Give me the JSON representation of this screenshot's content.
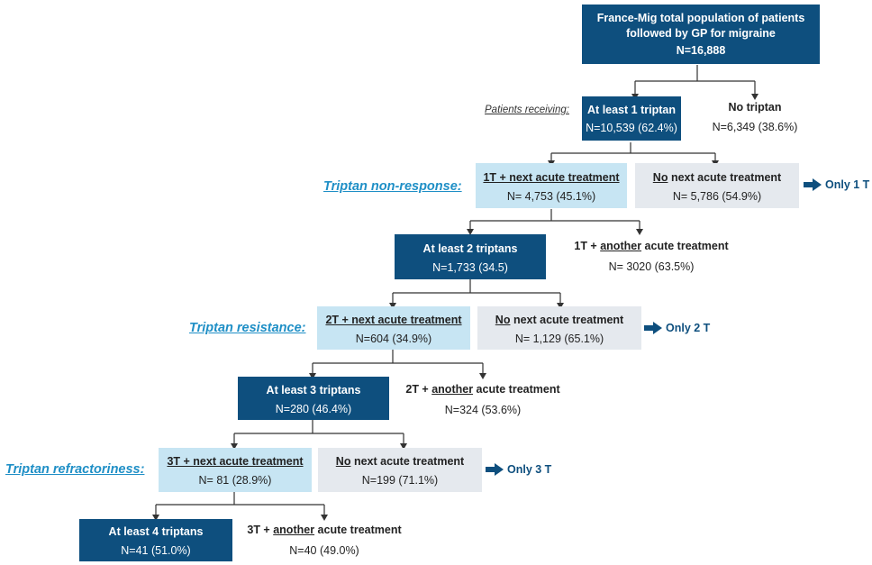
{
  "colors": {
    "dark": "#0e4f7e",
    "light": "#c7e5f3",
    "grey": "#e5e9ee",
    "label": "#1f8fc6"
  },
  "root": {
    "line1": "France-Mig total population of patients",
    "line2": "followed by GP for migraine",
    "n": "N=16,888"
  },
  "patients_receiving": "Patients receiving:",
  "level1": {
    "left": {
      "title": "At least 1 triptan",
      "n": "N=10,539 (62.4%)"
    },
    "right": {
      "title": "No triptan",
      "n": "N=6,349 (38.6%)"
    }
  },
  "section1": {
    "label": "Triptan non-response:",
    "left": {
      "title_prefix": "1T + next acute treatment",
      "n": "N= 4,753 (45.1%)"
    },
    "right": {
      "title_u": "No",
      "title_rest": " next acute treatment",
      "n": "N= 5,786 (54.9%)"
    },
    "only": "Only 1 T"
  },
  "level2": {
    "left": {
      "title": "At least 2 triptans",
      "n": "N=1,733 (34.5)"
    },
    "right": {
      "prefix": "1T + ",
      "u": "another",
      "rest": " acute treatment",
      "n": "N= 3020 (63.5%)"
    }
  },
  "section2": {
    "label": "Triptan resistance:",
    "left": {
      "title_prefix": "2T + next acute treatment",
      "n": "N=604 (34.9%)"
    },
    "right": {
      "title_u": "No",
      "title_rest": " next acute treatment",
      "n": "N= 1,129 (65.1%)"
    },
    "only": "Only 2 T"
  },
  "level3": {
    "left": {
      "title": "At least 3 triptans",
      "n": "N=280 (46.4%)"
    },
    "right": {
      "prefix": "2T + ",
      "u": "another",
      "rest": " acute treatment",
      "n": "N=324 (53.6%)"
    }
  },
  "section3": {
    "label": "Triptan refractoriness:",
    "left": {
      "title_prefix": "3T + next acute treatment",
      "n": "N= 81 (28.9%)"
    },
    "right": {
      "title_u": "No",
      "title_rest": " next acute treatment",
      "n": "N=199 (71.1%)"
    },
    "only": "Only 3 T"
  },
  "level4": {
    "left": {
      "title": "At least 4 triptans",
      "n": "N=41 (51.0%)"
    },
    "right": {
      "prefix": "3T + ",
      "u": "another",
      "rest": " acute treatment",
      "n": "N=40 (49.0%)"
    }
  }
}
